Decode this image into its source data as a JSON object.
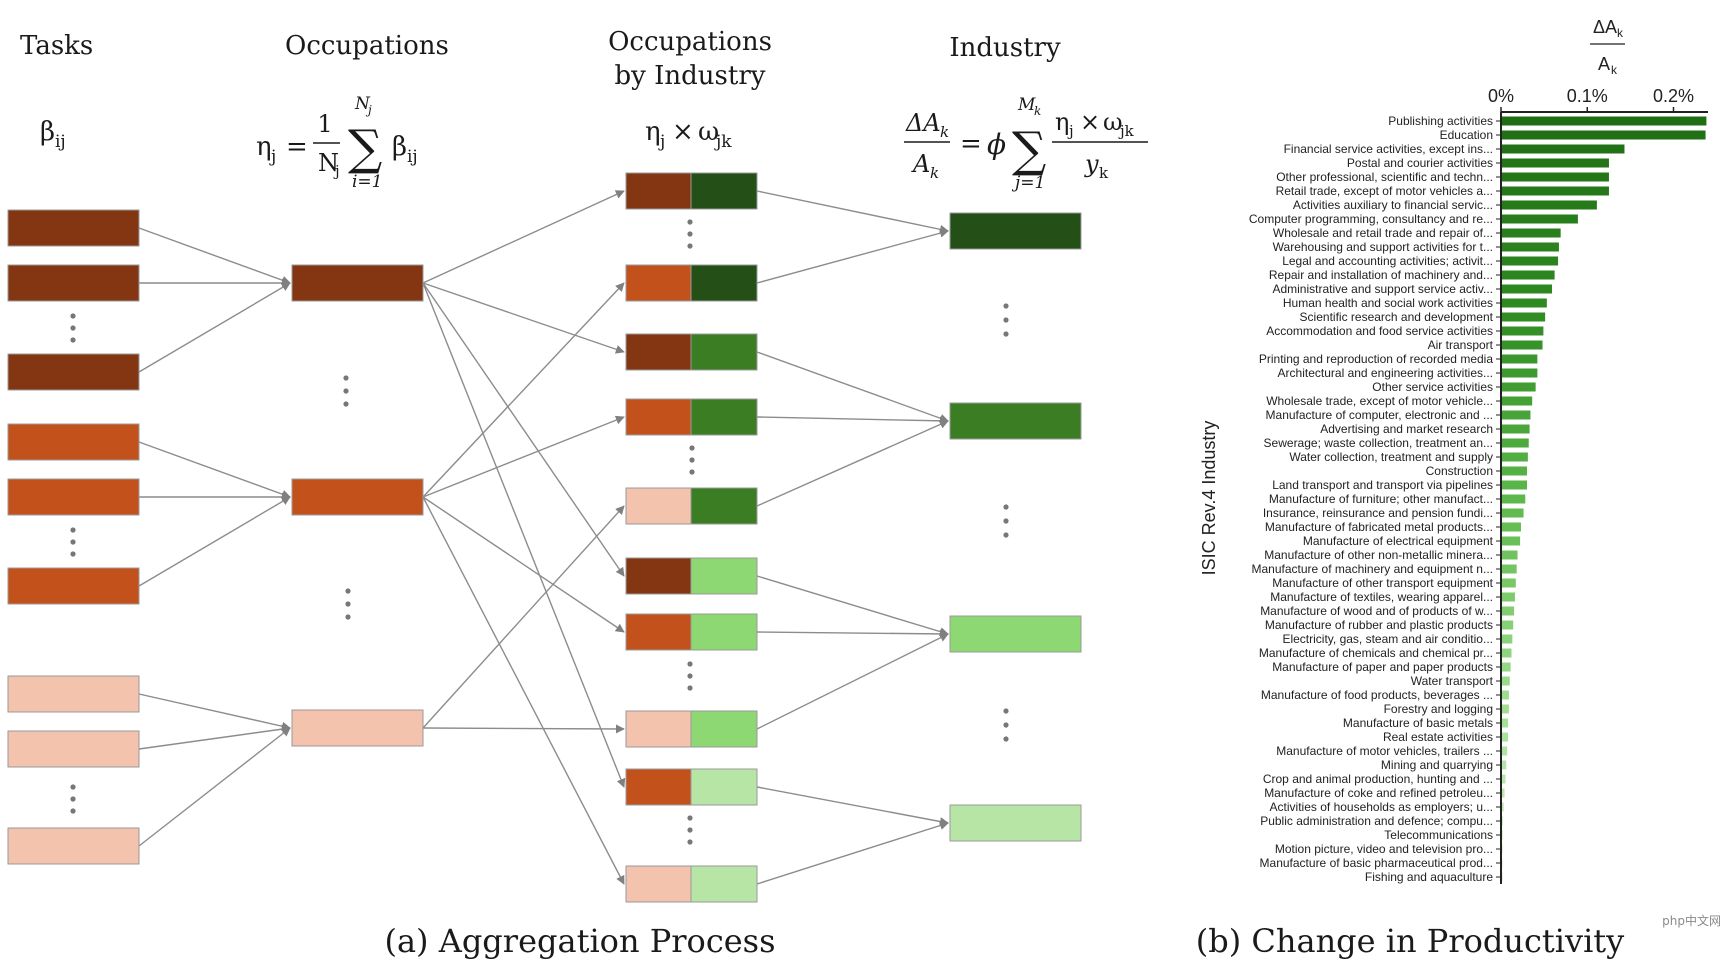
{
  "panel_a": {
    "headers": {
      "tasks": "Tasks",
      "occupations": "Occupations",
      "occ_by_industry_line1": "Occupations",
      "occ_by_industry_line2": "by Industry",
      "industry": "Industry"
    },
    "formulas": {
      "tasks": "β",
      "tasks_sub": "ij",
      "eta_left": "η",
      "eta_sub": "j",
      "eq": "=",
      "frac_one": "1",
      "frac_N": "N",
      "frac_N_sub": "j",
      "sum_top": "N",
      "sum_top_sub": "j",
      "sum_bottom": "i=1",
      "sum_symbol": "∑",
      "beta": "β",
      "beta_sub": "ij",
      "obi": "η",
      "obi_sub": "j",
      "times": "×",
      "omega": "ω",
      "omega_sub": "jk",
      "ind_num": "ΔA",
      "ind_num_sub": "k",
      "ind_den": "A",
      "ind_den_sub": "k",
      "phi": "ϕ",
      "ind_sum_top": "M",
      "ind_sum_top_sub": "k",
      "ind_sum_bottom": "j=1",
      "ind_rnum_eta": "η",
      "ind_rnum_eta_sub": "j",
      "ind_rnum_omega": "ω",
      "ind_rnum_omega_sub": "jk",
      "ind_rden": "y",
      "ind_rden_sub": "k"
    },
    "caption": "(a) Aggregation Process",
    "colors": {
      "brown_dark": "#833611",
      "brown_mid": "#c2511c",
      "peach": "#f4c3ad",
      "green_dark": "#245017",
      "green_mid": "#3b7d22",
      "green_light": "#8ed873",
      "green_pale": "#b6e5a5",
      "edge": "#8c8c8c"
    }
  },
  "panel_b": {
    "caption": "(b) Change in Productivity",
    "axis_title_num": "ΔA",
    "axis_title_num_sub": "k",
    "axis_title_den": "A",
    "axis_title_den_sub": "k",
    "ylabel": "ISIC Rev.4 Industry",
    "watermark": "php中文网"
  },
  "chart_data": {
    "type": "bar",
    "orientation": "horizontal",
    "xlabel": "ΔAk / Ak",
    "ylabel": "ISIC Rev.4 Industry",
    "xlim": [
      0,
      0.0024
    ],
    "x_ticks": [
      0,
      0.001,
      0.002
    ],
    "x_tick_labels": [
      "0%",
      "0.1%",
      "0.2%"
    ],
    "x_axis_position": "top",
    "grid": false,
    "color_scale": [
      "#1f6e14",
      "#2f8a22",
      "#5cb84a",
      "#9bdc8a",
      "#d6f1cc"
    ],
    "categories": [
      "Publishing activities",
      "Education",
      "Financial service activities, except ins...",
      "Postal and courier activities",
      "Other professional, scientific and techn...",
      "Retail trade, except of motor vehicles a...",
      "Activities auxiliary to financial servic...",
      "Computer programming, consultancy and re...",
      "Wholesale and retail trade and repair of...",
      "Warehousing and support activities for t...",
      "Legal and accounting activities; activit...",
      "Repair and installation of machinery and...",
      "Administrative and support service activ...",
      "Human health and social work activities",
      "Scientific research and development",
      "Accommodation and food service activities",
      "Air transport",
      "Printing and reproduction of recorded media",
      "Architectural and engineering activities...",
      "Other service activities",
      "Wholesale trade, except of motor vehicle...",
      "Manufacture of computer, electronic and ...",
      "Advertising and market research",
      "Sewerage; waste collection, treatment an...",
      "Water collection, treatment and supply",
      "Construction",
      "Land transport and transport via pipelines",
      "Manufacture of furniture; other manufact...",
      "Insurance, reinsurance and pension fundi...",
      "Manufacture of fabricated metal products...",
      "Manufacture of electrical equipment",
      "Manufacture of other non-metallic minera...",
      "Manufacture of machinery and equipment n...",
      "Manufacture of other transport equipment",
      "Manufacture of textiles, wearing apparel...",
      "Manufacture of wood and of products of w...",
      "Manufacture of rubber and plastic products",
      "Electricity, gas, steam and air conditio...",
      "Manufacture of chemicals and chemical pr...",
      "Manufacture of paper and paper products",
      "Water transport",
      "Manufacture of food products, beverages ...",
      "Forestry and logging",
      "Manufacture of basic metals",
      "Real estate activities",
      "Manufacture of motor vehicles, trailers ...",
      "Mining and quarrying",
      "Crop and animal production, hunting and ...",
      "Manufacture of coke and refined petroleu...",
      "Activities of households as employers; u...",
      "Public administration and defence; compu...",
      "Telecommunications",
      "Motion picture, video and television pro...",
      "Manufacture of basic pharmaceutical prod...",
      "Fishing and aquaculture"
    ],
    "values": [
      0.00237,
      0.00236,
      0.00142,
      0.00124,
      0.00124,
      0.00124,
      0.0011,
      0.00088,
      0.00068,
      0.00066,
      0.00065,
      0.00061,
      0.00058,
      0.00052,
      0.0005,
      0.00048,
      0.00047,
      0.00041,
      0.00041,
      0.00039,
      0.00035,
      0.00033,
      0.00032,
      0.00031,
      0.0003,
      0.00029,
      0.00029,
      0.00027,
      0.00025,
      0.00022,
      0.00021,
      0.00018,
      0.00017,
      0.00016,
      0.00015,
      0.00014,
      0.00013,
      0.00012,
      0.00011,
      0.0001,
      9e-05,
      8e-05,
      8e-05,
      7e-05,
      7e-05,
      6e-05,
      5e-05,
      4e-05,
      3e-05,
      2e-05,
      1e-05,
      8e-06,
      6e-06,
      5e-06,
      3e-06
    ]
  }
}
